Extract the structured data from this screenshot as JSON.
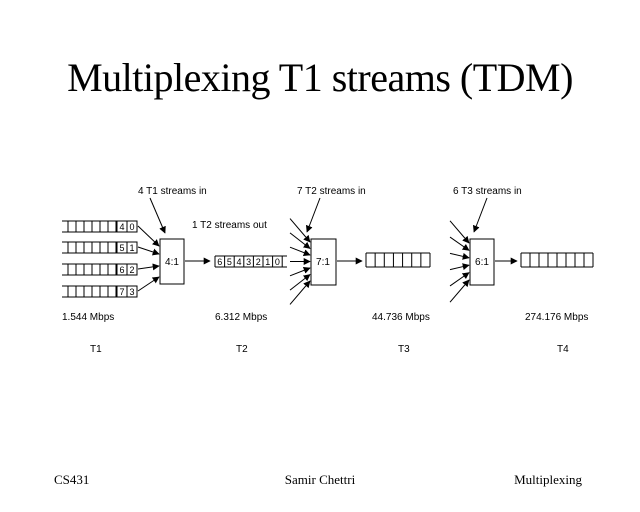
{
  "slide": {
    "title": "Multiplexing T1 streams (TDM)"
  },
  "annotations": {
    "t1_in": "4 T1 streams in",
    "t2_out": "1 T2 streams out",
    "t2_in": "7 T2 streams in",
    "t3_in": "6 T3 streams in"
  },
  "muxes": [
    "4:1",
    "7:1",
    "6:1"
  ],
  "t1_inputs": [
    {
      "label": "4",
      "channel": "0"
    },
    {
      "label": "5",
      "channel": "1"
    },
    {
      "label": "6",
      "channel": "2"
    },
    {
      "label": "7",
      "channel": "3"
    }
  ],
  "t2_stream_cells": [
    "6",
    "5",
    "4",
    "3",
    "2",
    "1",
    "0"
  ],
  "rates": [
    "1.544 Mbps",
    "6.312 Mbps",
    "44.736 Mbps",
    "274.176 Mbps"
  ],
  "levels": [
    "T1",
    "T2",
    "T3",
    "T4"
  ],
  "footer": {
    "left": "CS431",
    "center": "Samir Chettri",
    "right": "Multiplexing"
  }
}
